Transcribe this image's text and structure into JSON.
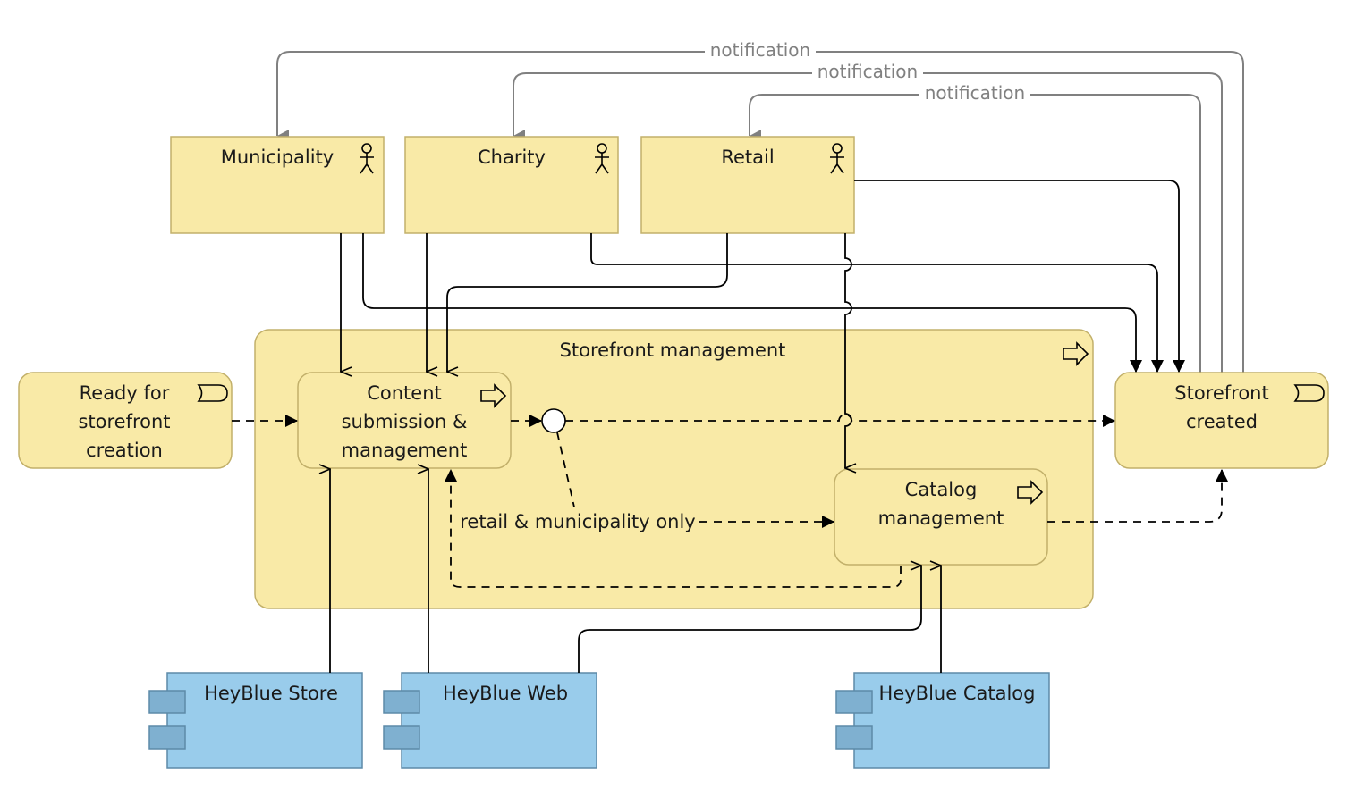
{
  "diagram": {
    "actors": {
      "municipality": "Municipality",
      "charity": "Charity",
      "retail": "Retail"
    },
    "events": {
      "ready": [
        "Ready for",
        "storefront",
        "creation"
      ],
      "created": [
        "Storefront",
        "created"
      ]
    },
    "processes": {
      "storefront_management": "Storefront management",
      "content": [
        "Content",
        "submission &",
        "management"
      ],
      "catalog": [
        "Catalog",
        "management"
      ]
    },
    "components": {
      "store": "HeyBlue Store",
      "web": "HeyBlue Web",
      "catalog": "HeyBlue Catalog"
    },
    "relations": {
      "notification_1": "notification",
      "notification_2": "notification",
      "notification_3": "notification",
      "retail_municipality_only": "retail & municipality only"
    },
    "colors": {
      "business": "#f9eaa7",
      "business_border": "#c2b06a",
      "application": "#99cceb",
      "application_border": "#5d8aa8",
      "line": "#000000",
      "notification_line": "#808080"
    }
  }
}
